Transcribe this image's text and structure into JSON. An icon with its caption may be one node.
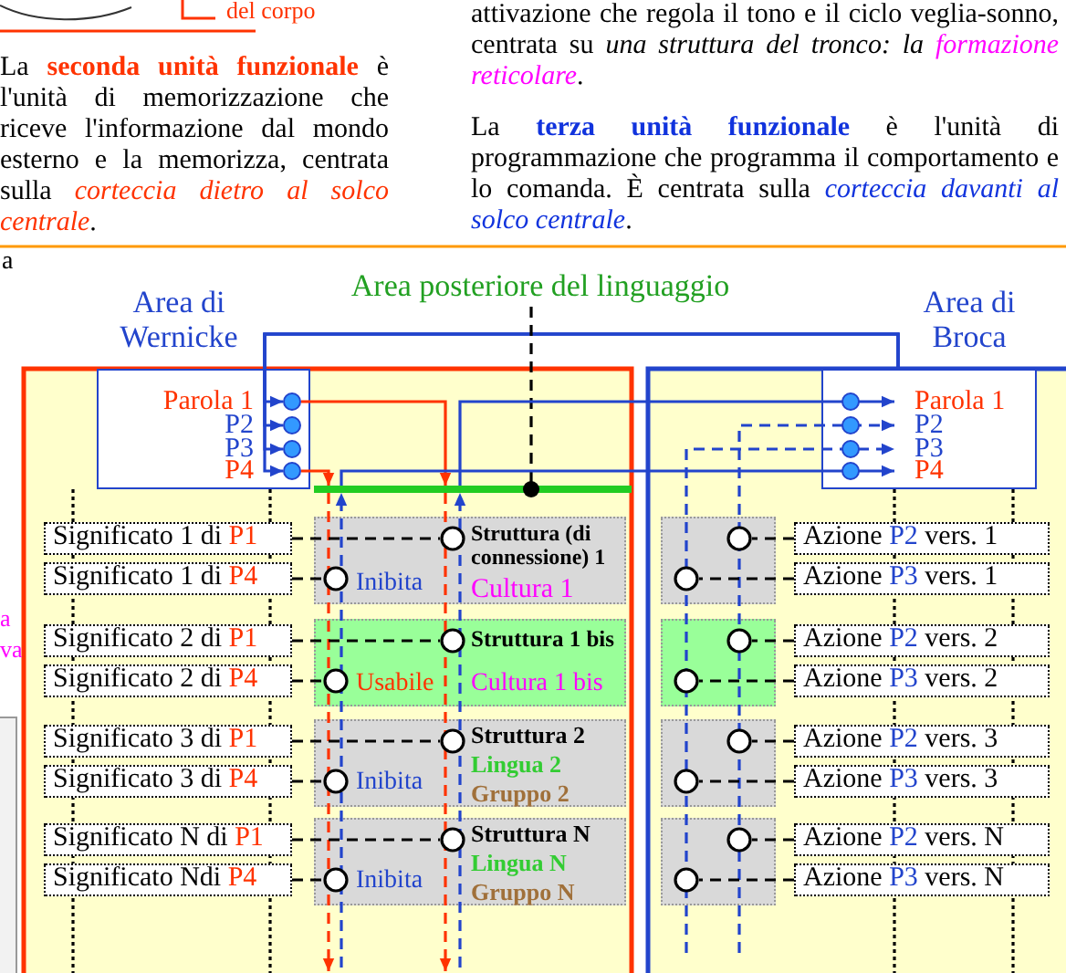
{
  "diagram": {
    "nodes": [
      {
        "text": [
          "Area posteriore del linguaggio"
        ]
      },
      {
        "text": [
          "Area di Wernicke"
        ]
      },
      {
        "text": [
          "Parola 1"
        ],
        "in": 1
      },
      {
        "text": [
          "P2"
        ],
        "in": 1
      },
      {
        "text": [
          "P3"
        ],
        "in": 1
      },
      {
        "text": [
          "P4"
        ],
        "in": 1
      },
      {
        "text": [
          "Area di Broca"
        ]
      },
      {
        "text": [
          "Parola 1"
        ],
        "in": 6
      },
      {
        "text": [
          "P2"
        ],
        "in": 6
      },
      {
        "text": [
          "P3"
        ],
        "in": 6
      },
      {
        "text": [
          "P4"
        ],
        "in": 6
      },
      {
        "text": [],
        "shape": "bar"
      },
      {
        "text": [
          "Significato 1 di",
          "P1"
        ]
      },
      {
        "text": [
          "Significato 1 di",
          "P4"
        ]
      },
      {
        "text": [
          "Struttura (di connessione) 1",
          "Inibita",
          "Cultura 1"
        ]
      },
      {
        "text": [],
        "shape": "box"
      },
      {
        "text": [
          "Azione",
          "P2",
          "vers. 1"
        ]
      },
      {
        "text": [
          "Azione",
          "P3",
          "vers. 1"
        ]
      },
      {
        "text": [
          "Significato 2 di",
          "P1"
        ]
      },
      {
        "text": [
          "Significato 2 di",
          "P4"
        ]
      },
      {
        "text": [
          "Struttura 1 bis",
          "Usabile",
          "Cultura 1 bis"
        ]
      },
      {
        "text": [],
        "shape": "box"
      },
      {
        "text": [
          "Azione",
          "P2",
          "vers. 2"
        ]
      },
      {
        "text": [
          "Azione",
          "P3",
          "vers. 2"
        ]
      },
      {
        "text": [
          "Significato 3 di",
          "P1"
        ]
      },
      {
        "text": [
          "Significato 3 di",
          "P4"
        ]
      },
      {
        "text": [
          "Struttura 2",
          "Lingua 2",
          "Gruppo 2",
          "Inibita"
        ]
      },
      {
        "text": [],
        "shape": "box"
      },
      {
        "text": [
          "Azione",
          "P2",
          "vers. 3"
        ]
      },
      {
        "text": [
          "Azione",
          "P3",
          "vers. 3"
        ]
      },
      {
        "text": [
          "Significato N di",
          "P1"
        ]
      },
      {
        "text": [
          "Significato Ndi",
          "P4"
        ]
      },
      {
        "text": [
          "Struttura N",
          "Lingua N",
          "Gruppo N",
          "Inibita"
        ]
      },
      {
        "text": [],
        "shape": "box"
      },
      {
        "text": [
          "Azione",
          "P2",
          "vers. N"
        ]
      },
      {
        "text": [
          "Azione",
          "P3",
          "vers. N"
        ]
      }
    ],
    "edges": [
      {
        "from": 6,
        "to": 2,
        "arrow": "to",
        "color": "#2244cc"
      },
      {
        "from": 6,
        "to": 3,
        "arrow": "to",
        "color": "#2244cc"
      },
      {
        "from": 6,
        "to": 4,
        "arrow": "to",
        "color": "#2244cc"
      },
      {
        "from": 6,
        "to": 5,
        "arrow": "to",
        "color": "#2244cc"
      },
      {
        "from": 0,
        "to": 11,
        "arrow": "other",
        "style": "dashed"
      },
      {
        "from": 2,
        "to": 11,
        "arrow": "to",
        "color": "#ff3300"
      },
      {
        "from": 5,
        "to": 11,
        "arrow": "to",
        "color": "#ff3300"
      },
      {
        "from": 11,
        "to": 7,
        "arrow": "to",
        "color": "#2244cc"
      },
      {
        "from": 11,
        "to": 10,
        "arrow": "to",
        "color": "#2244cc"
      },
      {
        "from": null,
        "to": 9,
        "arrow": "to",
        "style": "dashed",
        "color": "#2244cc"
      },
      {
        "from": null,
        "to": 8,
        "arrow": "to",
        "style": "dashed",
        "color": "#2244cc"
      },
      {
        "from": 11,
        "to": null,
        "arrow": "to",
        "style": "dashed",
        "color": "#ff3300"
      },
      {
        "from": 11,
        "to": null,
        "arrow": "to",
        "style": "dashed",
        "color": "#ff3300"
      },
      {
        "from": null,
        "to": 11,
        "arrow": "to",
        "style": "dashed",
        "color": "#2244cc"
      },
      {
        "from": null,
        "to": 11,
        "arrow": "to",
        "style": "dashed",
        "color": "#2244cc"
      },
      {
        "from": 12,
        "to": 14,
        "arrow": "other",
        "style": "dashed"
      },
      {
        "from": 13,
        "to": 14,
        "arrow": "other",
        "style": "dashed"
      },
      {
        "from": 16,
        "to": 15,
        "arrow": "other",
        "style": "dashed"
      },
      {
        "from": 17,
        "to": 15,
        "arrow": "other",
        "style": "dashed"
      },
      {
        "from": 18,
        "to": 20,
        "arrow": "other",
        "style": "dashed"
      },
      {
        "from": 19,
        "to": 20,
        "arrow": "other",
        "style": "dashed"
      },
      {
        "from": 22,
        "to": 21,
        "arrow": "other",
        "style": "dashed"
      },
      {
        "from": 23,
        "to": 21,
        "arrow": "other",
        "style": "dashed"
      },
      {
        "from": 24,
        "to": 26,
        "arrow": "other",
        "style": "dashed"
      },
      {
        "from": 25,
        "to": 26,
        "arrow": "other",
        "style": "dashed"
      },
      {
        "from": 28,
        "to": 27,
        "arrow": "other",
        "style": "dashed"
      },
      {
        "from": 29,
        "to": 27,
        "arrow": "other",
        "style": "dashed"
      },
      {
        "from": 30,
        "to": 32,
        "arrow": "other",
        "style": "dashed"
      },
      {
        "from": 31,
        "to": 32,
        "arrow": "other",
        "style": "dashed"
      },
      {
        "from": 34,
        "to": 33,
        "arrow": "other",
        "style": "dashed"
      },
      {
        "from": 35,
        "to": 33,
        "arrow": "other",
        "style": "dashed"
      }
    ],
    "labels": [
      "del corpo",
      "attivazione che regola il tono e il ciclo veglia-sonno, centrata su *una struttura del tronco: la* *formazione reticolare*.",
      "La **seconda unità funzionale** è l'unità di memorizzazione che riceve l'informazione dal mondo esterno e la memorizza, centrata sulla *corteccia dietro al solco centrale*.",
      "La **terza unità funzionale** è l'unità di programmazione che programma il comportamento e lo comanda. È centrata sulla *corteccia davanti al solco centrale*.",
      "a",
      "a",
      "va"
    ]
  }
}
